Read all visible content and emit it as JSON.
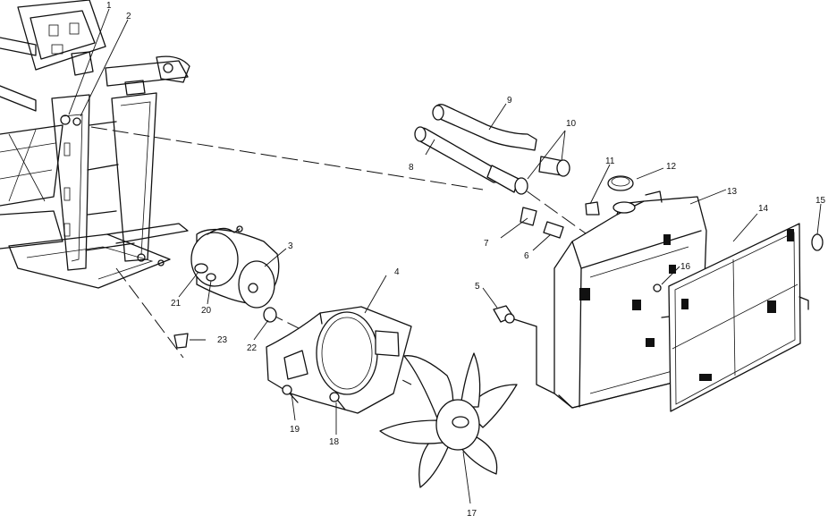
{
  "callouts": {
    "c1": "1",
    "c2": "2",
    "c3": "3",
    "c4": "4",
    "c5": "5",
    "c6": "6",
    "c7": "7",
    "c8": "8",
    "c9": "9",
    "c10": "10",
    "c11": "11",
    "c12": "12",
    "c13": "13",
    "c14": "14",
    "c15": "15",
    "c16": "16",
    "c17": "17",
    "c18": "18",
    "c19": "19",
    "c20": "20",
    "c21": "21",
    "c22": "22",
    "c23": "23"
  }
}
